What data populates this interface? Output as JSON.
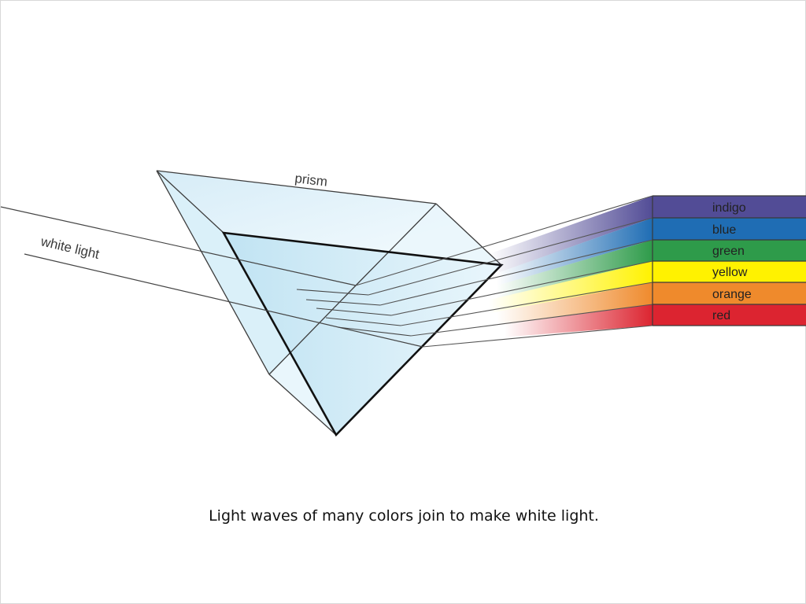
{
  "diagram": {
    "prism_label": "prism",
    "white_light_label": "white light",
    "bands": [
      {
        "label": "indigo",
        "color": "#524c96"
      },
      {
        "label": "blue",
        "color": "#1f6db4"
      },
      {
        "label": "green",
        "color": "#2e9b4a"
      },
      {
        "label": "yellow",
        "color": "#fff200"
      },
      {
        "label": "orange",
        "color": "#ef8a2c"
      },
      {
        "label": "red",
        "color": "#dc2430"
      }
    ]
  },
  "caption": "Light waves of many colors join to make white light."
}
